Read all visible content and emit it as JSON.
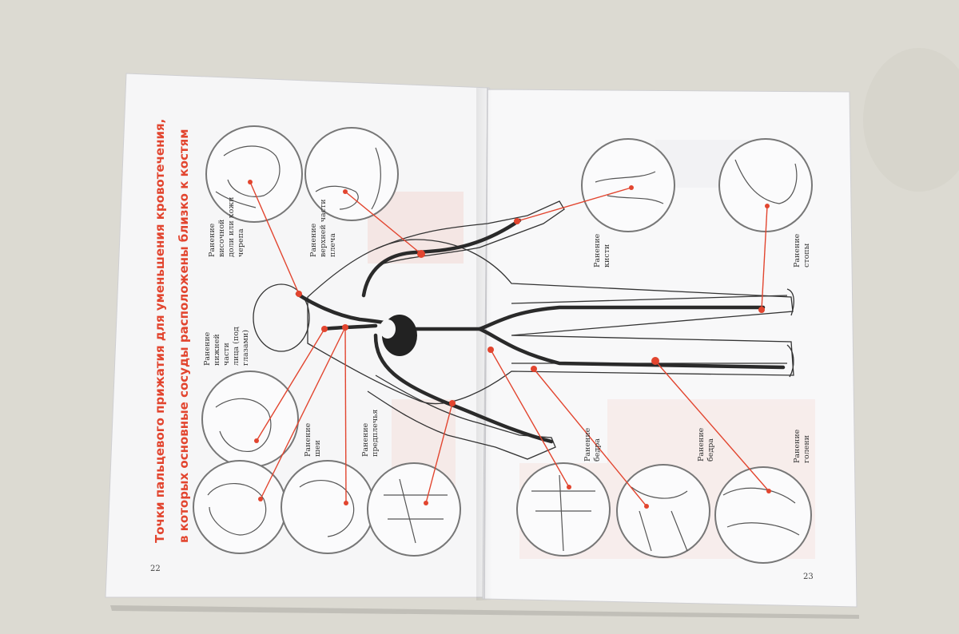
{
  "book": {
    "title_line1": "Точки пальцевого прижатия для уменьшения кровотечения,",
    "title_line2": "в которых основные сосуды расположены близко к костям",
    "page_left": "22",
    "page_right": "23"
  },
  "captions": {
    "temporal": [
      "Ранение",
      "височной",
      "доли или кожи",
      "черепа"
    ],
    "upper_arm": [
      "Ранение",
      "верхней части",
      "плеча"
    ],
    "lower_face": [
      "Ранение",
      "нижней",
      "части",
      "лица (под",
      "глазами)"
    ],
    "neck": [
      "Ранение",
      "шеи"
    ],
    "forearm": [
      "Ранение",
      "предплечья"
    ],
    "hand": [
      "Ранение",
      "кисти"
    ],
    "foot": [
      "Ранение",
      "стопы"
    ],
    "thigh_upper": [
      "Ранение",
      "бедра"
    ],
    "thigh": [
      "Ранение",
      "бедра"
    ],
    "shin": [
      "Ранение",
      "голени"
    ]
  },
  "colors": {
    "accent": "#e2452f",
    "vessel": "#2a2a2a",
    "page": "#f7f7f8",
    "background": "#dcdad2"
  }
}
